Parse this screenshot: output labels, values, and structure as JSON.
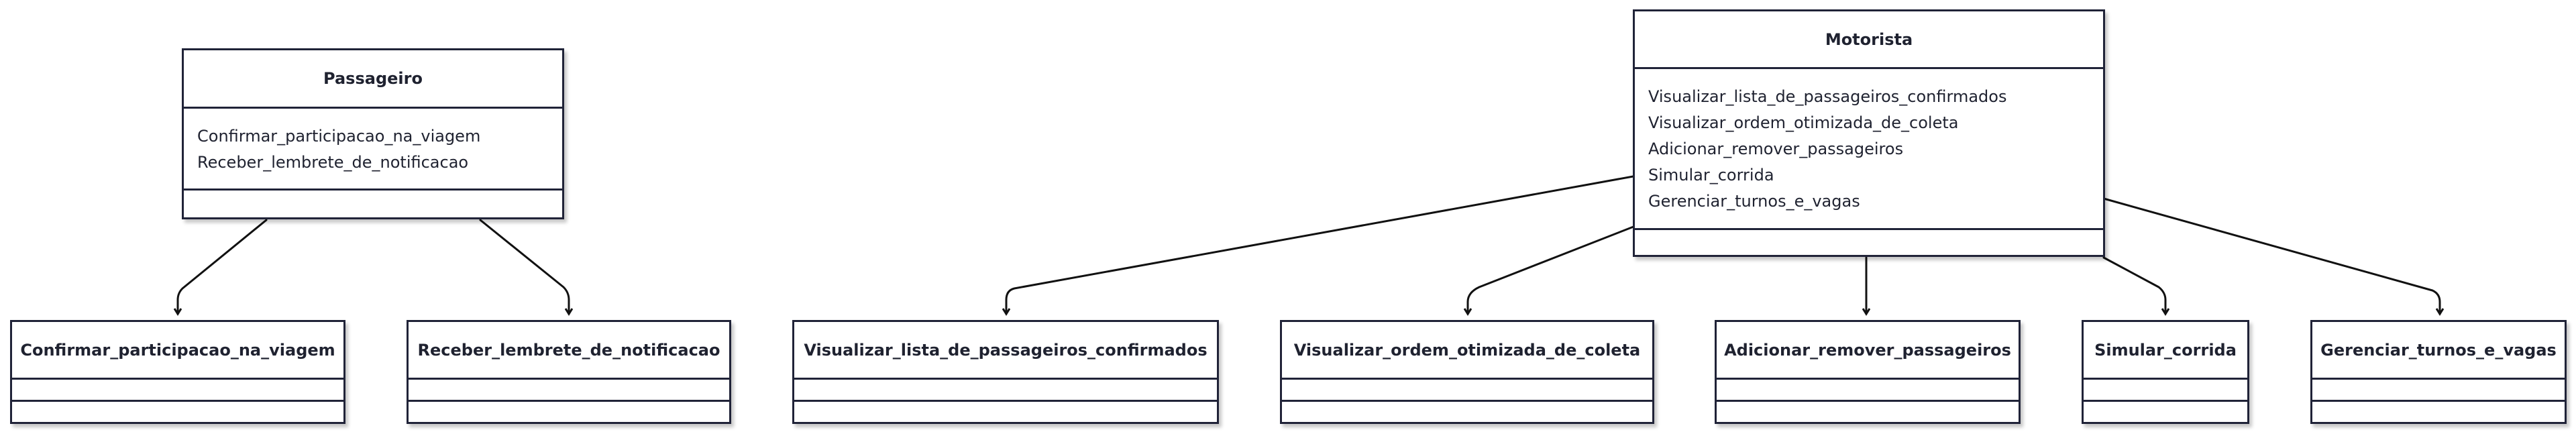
{
  "diagram": {
    "classes": {
      "passageiro": {
        "name": "Passageiro",
        "operations": [
          "Confirmar_participacao_na_viagem",
          "Receber_lembrete_de_notificacao"
        ]
      },
      "motorista": {
        "name": "Motorista",
        "operations": [
          "Visualizar_lista_de_passageiros_confirmados",
          "Visualizar_ordem_otimizada_de_coleta",
          "Adicionar_remover_passageiros",
          "Simular_corrida",
          "Gerenciar_turnos_e_vagas"
        ]
      },
      "confirmar": {
        "name": "Confirmar_participacao_na_viagem"
      },
      "receber": {
        "name": "Receber_lembrete_de_notificacao"
      },
      "visualizar_lista": {
        "name": "Visualizar_lista_de_passageiros_confirmados"
      },
      "visualizar_ordem": {
        "name": "Visualizar_ordem_otimizada_de_coleta"
      },
      "adicionar": {
        "name": "Adicionar_remover_passageiros"
      },
      "simular": {
        "name": "Simular_corrida"
      },
      "gerenciar": {
        "name": "Gerenciar_turnos_e_vagas"
      }
    },
    "relations": [
      {
        "from": "Passageiro",
        "to": "Confirmar_participacao_na_viagem"
      },
      {
        "from": "Passageiro",
        "to": "Receber_lembrete_de_notificacao"
      },
      {
        "from": "Motorista",
        "to": "Visualizar_lista_de_passageiros_confirmados"
      },
      {
        "from": "Motorista",
        "to": "Visualizar_ordem_otimizada_de_coleta"
      },
      {
        "from": "Motorista",
        "to": "Adicionar_remover_passageiros"
      },
      {
        "from": "Motorista",
        "to": "Simular_corrida"
      },
      {
        "from": "Motorista",
        "to": "Gerenciar_turnos_e_vagas"
      }
    ]
  }
}
